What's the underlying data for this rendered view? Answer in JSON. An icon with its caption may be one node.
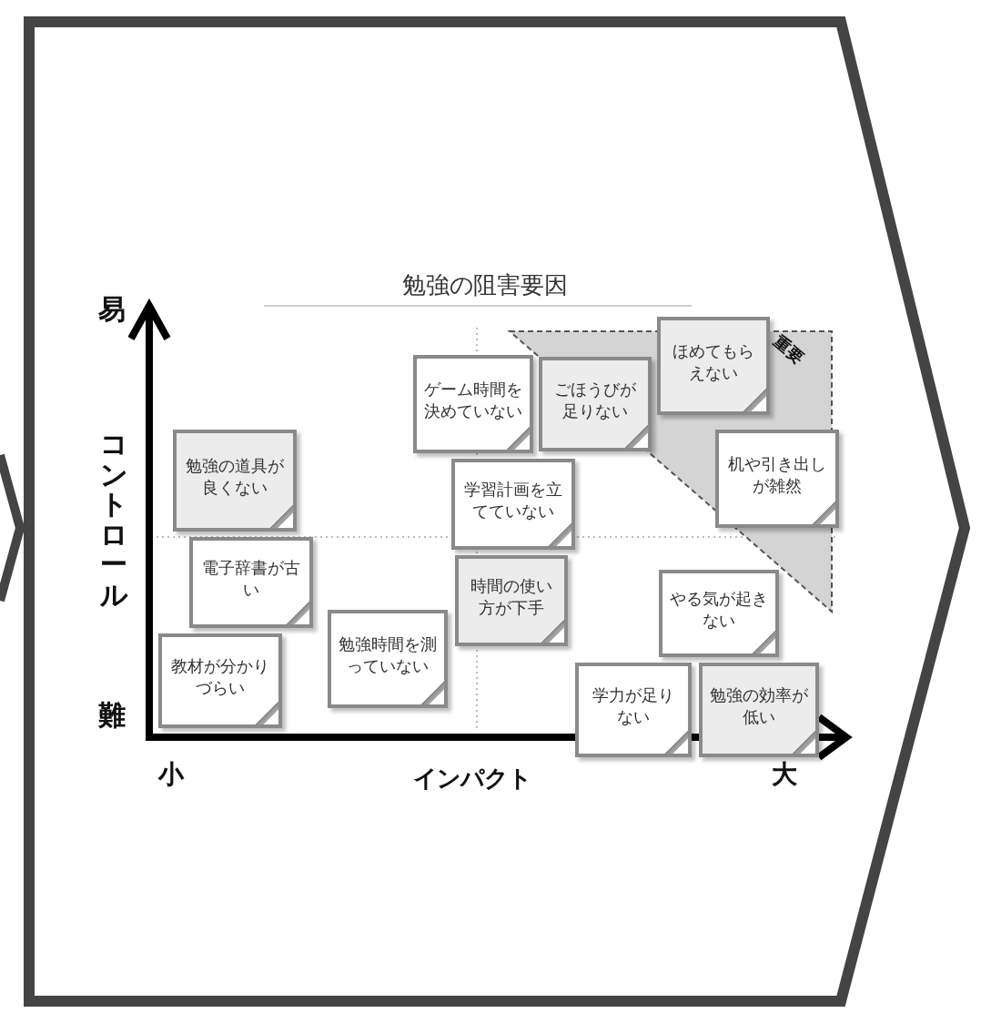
{
  "diagram": {
    "title": "勉強の阻害要因",
    "nodes": [
      {
        "text": [
          "勉強の道具が良くない"
        ]
      },
      {
        "text": [
          "電子辞書が古い"
        ]
      },
      {
        "text": [
          "教材が分かりづらい"
        ]
      },
      {
        "text": [
          "勉強時間を測っていない"
        ]
      },
      {
        "text": [
          "学習計画を立てていない"
        ]
      },
      {
        "text": [
          "時間の使い方が下手"
        ]
      },
      {
        "text": [
          "ゲーム時間を決めていない"
        ]
      },
      {
        "text": [
          "ごほうびが足りない"
        ]
      },
      {
        "text": [
          "ほめてもらえない"
        ]
      },
      {
        "text": [
          "机や引き出しが雑然"
        ]
      },
      {
        "text": [
          "やる気が起きない"
        ]
      },
      {
        "text": [
          "学力が足りない"
        ]
      },
      {
        "text": [
          "勉強の効率が低い"
        ]
      }
    ],
    "edges": [],
    "labels": [
      "重要",
      "易",
      "コントロール",
      "難",
      "小",
      "インパクト",
      "大"
    ]
  }
}
